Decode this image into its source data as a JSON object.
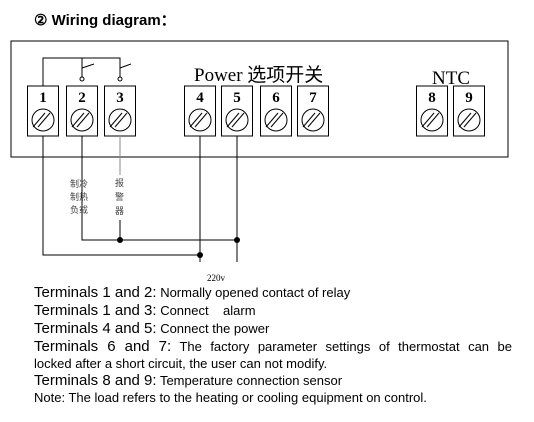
{
  "heading": "② Wiring diagram：",
  "board": {
    "power_label": "Power 选项开关",
    "ntc_label": "NTC",
    "terminals": [
      "1",
      "2",
      "3",
      "4",
      "5",
      "6",
      "7",
      "8",
      "9"
    ]
  },
  "wire_labels": {
    "load": [
      "制冷",
      "制热",
      "负载"
    ],
    "alarm": [
      "报",
      "警",
      "器"
    ],
    "voltage": "220v"
  },
  "notes": [
    {
      "head": "Terminals 1 and 2:",
      "body": " Normally opened contact of relay"
    },
    {
      "head": "Terminals 1 and 3:",
      "body": " Connect    alarm"
    },
    {
      "head": "Terminals 4 and 5:",
      "body": " Connect the power"
    },
    {
      "head": "Terminals 6 and 7:",
      "body": " The factory parameter settings of thermostat can be",
      "cont": "locked after a short circuit, the user can not modify."
    },
    {
      "head": "Terminals 8 and 9:",
      "body": " Temperature connection sensor"
    }
  ],
  "note_footer": {
    "head": "Note:",
    "body": " The load refers to the heating or cooling equipment on control."
  }
}
